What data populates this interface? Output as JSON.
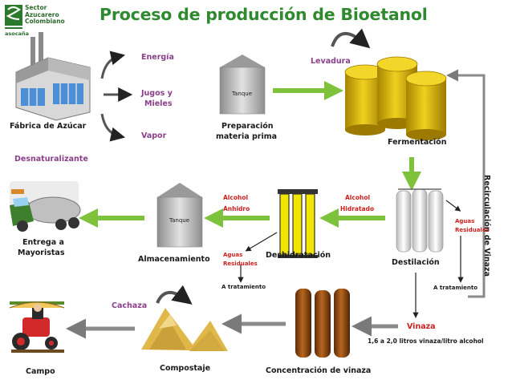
{
  "logo": {
    "line1": "Sector",
    "line2": "Azucarero",
    "line3": "Colombiano",
    "sub": "asocaña"
  },
  "title": "Proceso de producción de Bioetanol",
  "labels": {
    "fabrica": "Fábrica de Azúcar",
    "energia": "Energía",
    "jugos_1": "Jugos y",
    "jugos_2": "Mieles",
    "vapor": "Vapor",
    "tanque_1": "Tanque",
    "preparacion_1": "Preparación",
    "preparacion_2": "materia prima",
    "levadura": "Levadura",
    "fermentacion": "Fermentación",
    "recirculacion": "Recirculación de Vinaza",
    "desnaturalizante": "Desnaturalizante",
    "entrega_1": "Entrega a",
    "entrega_2": "Mayoristas",
    "tanque_2": "Tanque",
    "almacenamiento": "Almacenamiento",
    "alcohol_anh_1": "Alcohol",
    "alcohol_anh_2": "Anhidro",
    "alcohol_hid_1": "Alcohol",
    "alcohol_hid_2": "Hidratado",
    "aguas_1_a": "Aguas",
    "aguas_1_b": "Residuales",
    "deshidratacion": "Deshidratación",
    "aguas_2_a": "Aguas",
    "aguas_2_b": "Residuales",
    "destilacion": "Destilación",
    "tratamiento_1": "A tratamiento",
    "tratamiento_2": "A tratamiento",
    "cachaza": "Cachaza",
    "vinaza": "Vinaza",
    "ratio": "1,6 a 2,0 litros vinaza/litro alcohol",
    "campo": "Campo",
    "compostaje": "Compostaje",
    "concentracion": "Concentración de vinaza"
  },
  "colors": {
    "title_green": "#2f8a2f",
    "label_purple": "#8a3f8a",
    "label_red": "#cc1f1f",
    "arrow_green": "#7ec13a",
    "arrow_gray": "#8a8a8a",
    "tank_yellow": "#d9b400",
    "column_yellow": "#f2e600",
    "vinaza_brown": "#8a4a14"
  }
}
